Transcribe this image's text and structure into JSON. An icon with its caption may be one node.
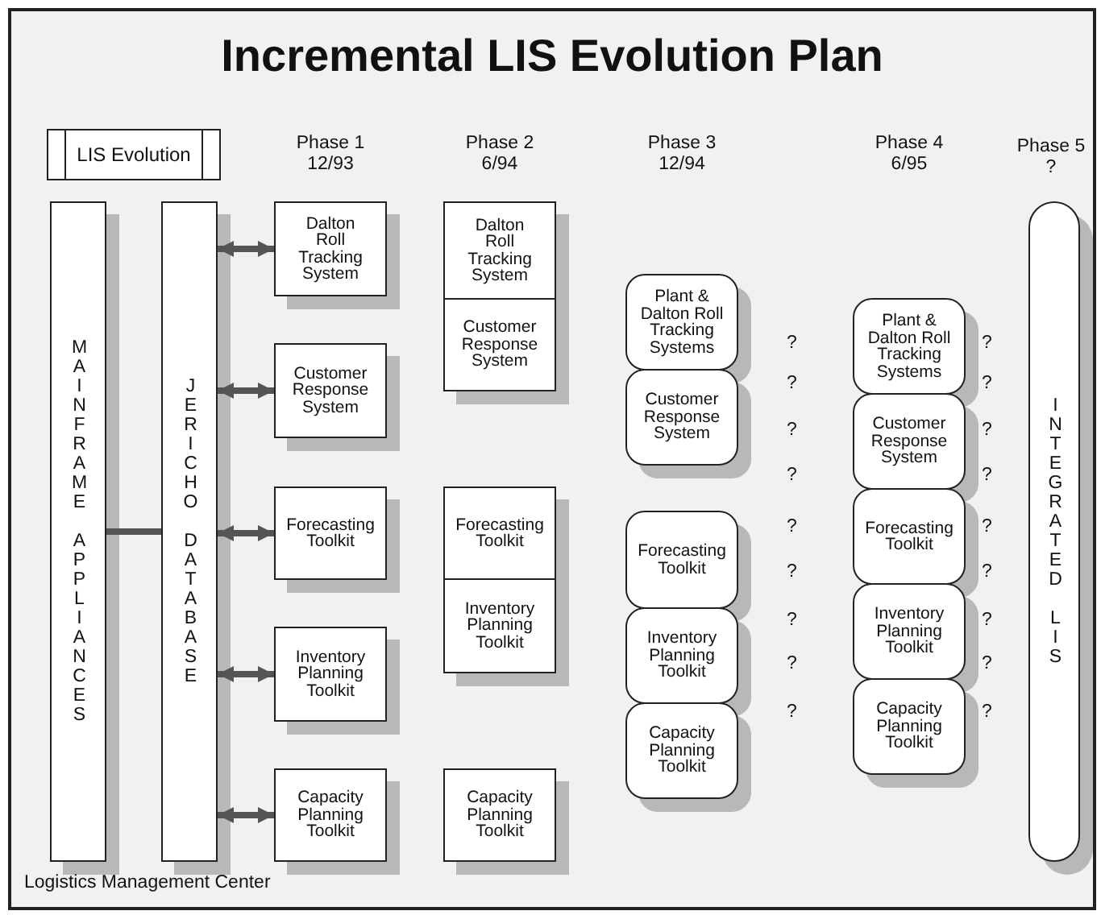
{
  "diagram": {
    "title": "Incremental LIS Evolution Plan",
    "nodes": [
      {
        "text": [
          "LIS Evolution"
        ]
      },
      {
        "text": [
          "MAINFRAME APPLIANCES"
        ]
      },
      {
        "text": [
          "JERICHO DATABASE"
        ]
      },
      {
        "text": [
          "Dalton Roll Tracking System"
        ]
      },
      {
        "text": [
          "Customer Response System"
        ]
      },
      {
        "text": [
          "Forecasting Toolkit"
        ]
      },
      {
        "text": [
          "Inventory Planning Toolkit"
        ]
      },
      {
        "text": [
          "Capacity Planning Toolkit"
        ]
      },
      {
        "text": [
          "Dalton Roll Tracking System"
        ]
      },
      {
        "text": [
          "Customer Response System"
        ]
      },
      {
        "text": [
          "Forecasting Toolkit"
        ]
      },
      {
        "text": [
          "Inventory Planning Toolkit"
        ]
      },
      {
        "text": [
          "Capacity Planning Toolkit"
        ]
      },
      {
        "text": [
          "Plant & Dalton Roll Tracking Systems"
        ]
      },
      {
        "text": [
          "Customer Response System"
        ]
      },
      {
        "text": [
          "Forecasting Toolkit"
        ]
      },
      {
        "text": [
          "Inventory Planning Toolkit"
        ]
      },
      {
        "text": [
          "Capacity Planning Toolkit"
        ]
      },
      {
        "text": [
          "Plant & Dalton Roll Tracking Systems"
        ]
      },
      {
        "text": [
          "Customer Response System"
        ]
      },
      {
        "text": [
          "Forecasting Toolkit"
        ]
      },
      {
        "text": [
          "Inventory Planning Toolkit"
        ]
      },
      {
        "text": [
          "Capacity Planning Toolkit"
        ]
      },
      {
        "text": [
          "INTEGRATED LIS"
        ]
      }
    ],
    "edges": [
      {
        "from": 1,
        "to": 2,
        "arrow": "none"
      },
      {
        "from": 2,
        "to": 3,
        "arrow": "both"
      },
      {
        "from": 2,
        "to": 4,
        "arrow": "both"
      },
      {
        "from": 2,
        "to": 5,
        "arrow": "both"
      },
      {
        "from": 2,
        "to": 6,
        "arrow": "both"
      },
      {
        "from": 2,
        "to": 7,
        "arrow": "both"
      }
    ],
    "labels": [
      "Phase 1 12/93",
      "Phase 2 6/94",
      "Phase 3 12/94",
      "Phase 4 6/95",
      "Phase 5 ?",
      "?",
      "?",
      "?",
      "?",
      "?",
      "?",
      "?",
      "?",
      "?",
      "?",
      "?",
      "?",
      "?",
      "?",
      "?",
      "?",
      "?",
      "?",
      "Logistics Management Center"
    ]
  }
}
